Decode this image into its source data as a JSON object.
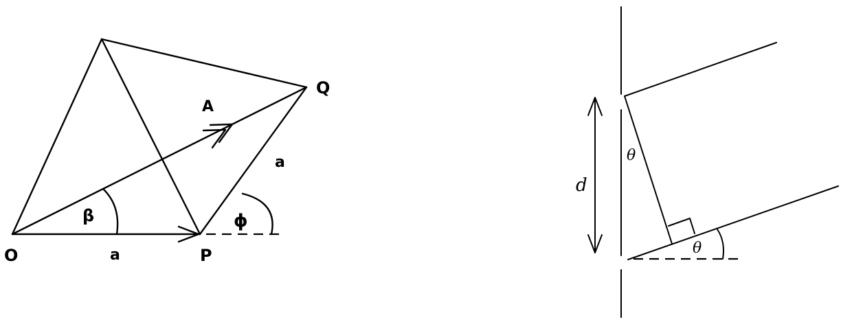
{
  "left_figure": {
    "labels": {
      "O": "O",
      "P": "P",
      "Q": "Q",
      "A": "A",
      "a_bottom": "a",
      "a_side": "a",
      "beta": "β",
      "phi": "ϕ"
    }
  },
  "right_figure": {
    "labels": {
      "d": "d",
      "theta_top": "θ",
      "theta_bottom": "θ"
    }
  }
}
